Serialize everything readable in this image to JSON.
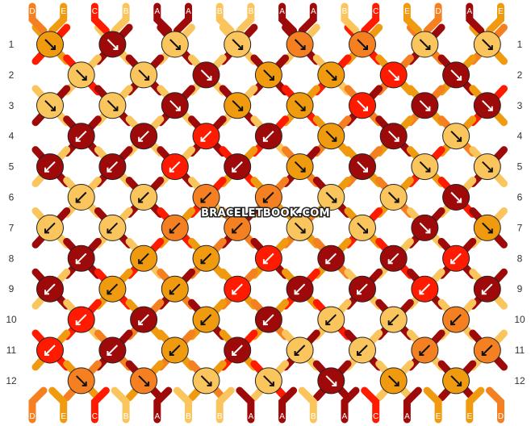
{
  "colors": {
    "A": "#9e0a0a",
    "B": "#fbc55e",
    "C": "#ff1a00",
    "D": "#f58021",
    "E": "#f09a10"
  },
  "watermark": "BRACELETBOOK.COM",
  "row_labels": [
    "1",
    "2",
    "3",
    "4",
    "5",
    "6",
    "7",
    "8",
    "9",
    "10",
    "11",
    "12"
  ],
  "top_letters": [
    "D",
    "E",
    "C",
    "B",
    "A",
    "A",
    "B",
    "B",
    "A",
    "A",
    "B",
    "C",
    "E",
    "D",
    "A",
    "E"
  ],
  "bottom_letters": [
    "D",
    "E",
    "C",
    "B",
    "A",
    "B",
    "B",
    "A",
    "A",
    "B",
    "A",
    "C",
    "A",
    "E",
    "E",
    "D"
  ],
  "knot_arrows": {
    "1": [
      "dr",
      "dr",
      "dr",
      "dr",
      "dr",
      "dr",
      "dr",
      "dr"
    ],
    "2": [
      "dr",
      "dr",
      "dr",
      "dr",
      "dr",
      "dr",
      "dr"
    ],
    "3": [
      "dr",
      "dr",
      "dr",
      "dr",
      "dr",
      "dr",
      "dr",
      "dr"
    ],
    "4": [
      "dl",
      "dl",
      "dl",
      "dl",
      "dr",
      "dr",
      "dr"
    ],
    "5": [
      "dl",
      "dl",
      "dl",
      "dl",
      "dr",
      "dr",
      "dr",
      "dr"
    ],
    "6": [
      "dl",
      "dl",
      "dl",
      "dl",
      "dr",
      "dr",
      "dr"
    ],
    "7": [
      "dl",
      "dl",
      "dl",
      "dl",
      "dr",
      "dr",
      "dr",
      "dr"
    ],
    "8": [
      "dl",
      "dl",
      "dl",
      "dl",
      "dl",
      "dl",
      "dl"
    ],
    "9": [
      "dl",
      "dl",
      "dl",
      "dl",
      "dl",
      "dl",
      "dl",
      "dl"
    ],
    "10": [
      "dl",
      "dl",
      "dl",
      "dl",
      "dl",
      "dl",
      "dl"
    ],
    "11": [
      "dl",
      "dl",
      "dl",
      "dl",
      "dl",
      "dl",
      "dl",
      "dl"
    ],
    "12": [
      "dr",
      "dr",
      "dr",
      "dr",
      "dr",
      "dr",
      "dr"
    ]
  }
}
